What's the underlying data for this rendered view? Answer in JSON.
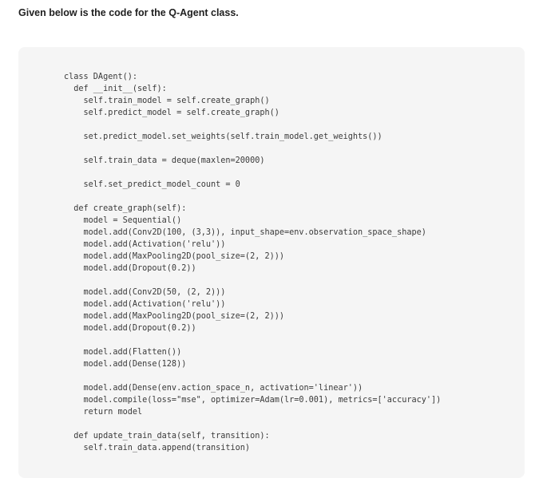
{
  "heading": "Given below is the code for the Q-Agent class.",
  "code_lines": [
    "class DAgent():",
    "  def __init__(self):",
    "    self.train_model = self.create_graph()",
    "    self.predict_model = self.create_graph()",
    "",
    "    set.predict_model.set_weights(self.train_model.get_weights())",
    "",
    "    self.train_data = deque(maxlen=20000)",
    "",
    "    self.set_predict_model_count = 0",
    "",
    "  def create_graph(self):",
    "    model = Sequential()",
    "    model.add(Conv2D(100, (3,3)), input_shape=env.observation_space_shape)",
    "    model.add(Activation('relu'))",
    "    model.add(MaxPooling2D(pool_size=(2, 2)))",
    "    model.add(Dropout(0.2))",
    "",
    "    model.add(Conv2D(50, (2, 2)))",
    "    model.add(Activation('relu'))",
    "    model.add(MaxPooling2D(pool_size=(2, 2)))",
    "    model.add(Dropout(0.2))",
    "",
    "    model.add(Flatten())",
    "    model.add(Dense(128))",
    "",
    "    model.add(Dense(env.action_space_n, activation='linear'))",
    "    model.compile(loss=\"mse\", optimizer=Adam(lr=0.001), metrics=['accuracy'])",
    "    return model",
    "",
    "  def update_train_data(self, transition):",
    "    self.train_data.append(transition)"
  ]
}
